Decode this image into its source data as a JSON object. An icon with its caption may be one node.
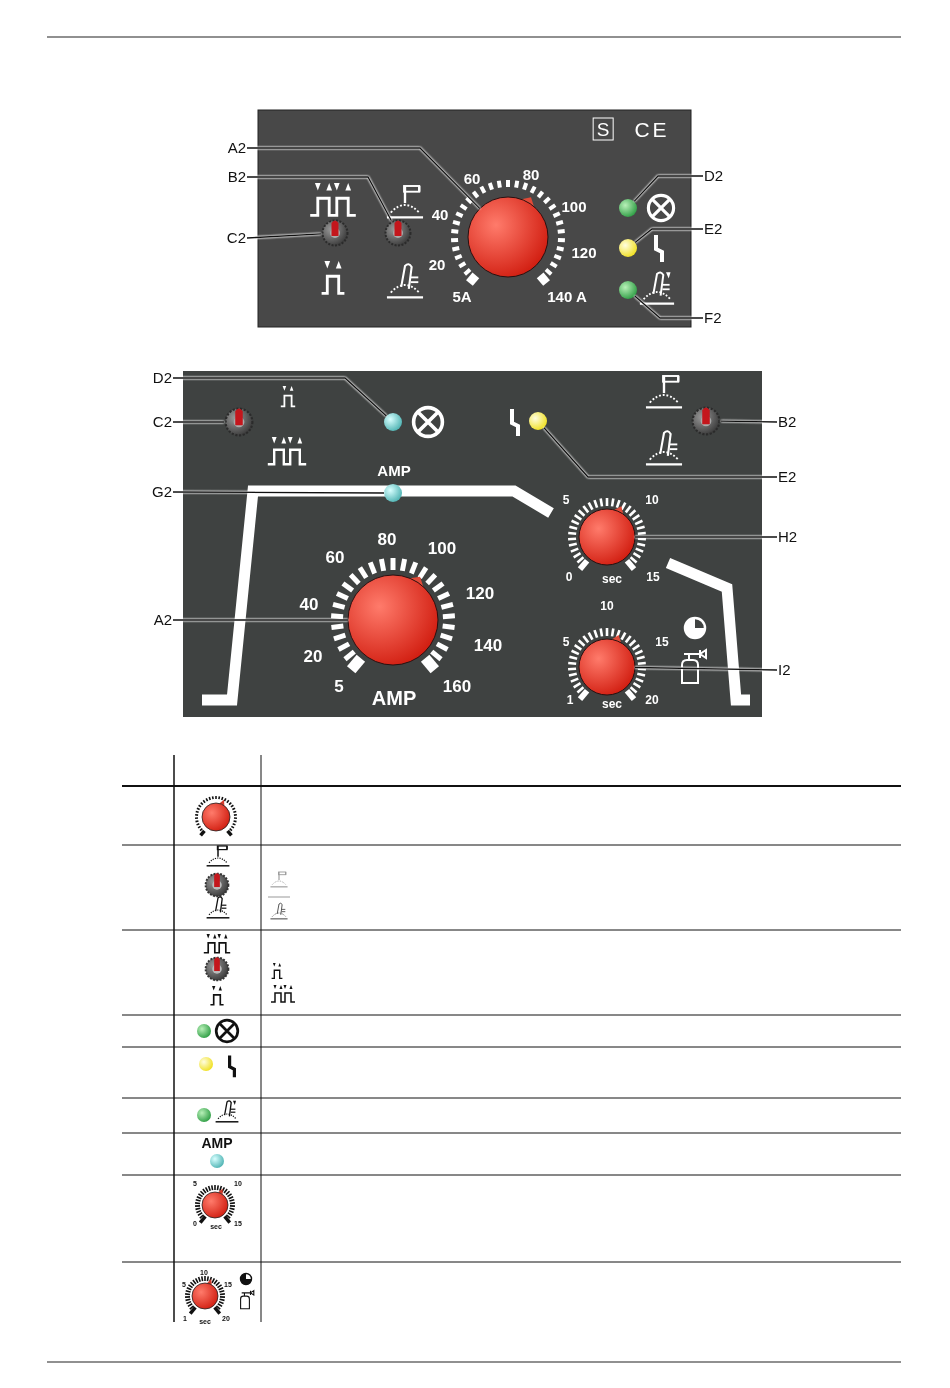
{
  "diagram": {
    "nodes": [
      {
        "text": [
          "A2"
        ]
      },
      {
        "text": [],
        "shape": "knob"
      },
      {
        "text": [
          "B2"
        ]
      },
      {
        "text": [],
        "shape": "switch"
      },
      {
        "text": [
          "D2"
        ]
      },
      {
        "text": [],
        "shape": "circle"
      },
      {
        "text": [
          "C2"
        ]
      },
      {
        "text": [],
        "shape": "switch"
      },
      {
        "text": [
          "E2"
        ]
      },
      {
        "text": [],
        "shape": "circle"
      },
      {
        "text": [
          "F2"
        ]
      },
      {
        "text": [],
        "shape": "circle"
      },
      {
        "text": [
          "D2"
        ]
      },
      {
        "text": [],
        "shape": "circle"
      },
      {
        "text": [
          "C2"
        ]
      },
      {
        "text": [],
        "shape": "switch"
      },
      {
        "text": [
          "B2"
        ]
      },
      {
        "text": [],
        "shape": "switch"
      },
      {
        "text": [
          "E2"
        ]
      },
      {
        "text": [],
        "shape": "circle"
      },
      {
        "text": [
          "G2"
        ]
      },
      {
        "text": [],
        "shape": "circle"
      },
      {
        "text": [
          "H2"
        ]
      },
      {
        "text": [],
        "shape": "knob"
      },
      {
        "text": [
          "A2"
        ]
      },
      {
        "text": [],
        "shape": "knob"
      },
      {
        "text": [
          "I2"
        ]
      },
      {
        "text": [],
        "shape": "knob"
      }
    ],
    "edges": [
      {
        "from": 0,
        "to": 1,
        "arrow": "none"
      },
      {
        "from": 2,
        "to": 3,
        "arrow": "none"
      },
      {
        "from": 4,
        "to": 5,
        "arrow": "none"
      },
      {
        "from": 6,
        "to": 7,
        "arrow": "none"
      },
      {
        "from": 8,
        "to": 9,
        "arrow": "none"
      },
      {
        "from": 10,
        "to": 11,
        "arrow": "none"
      },
      {
        "from": 12,
        "to": 13,
        "arrow": "none"
      },
      {
        "from": 14,
        "to": 15,
        "arrow": "none"
      },
      {
        "from": 16,
        "to": 17,
        "arrow": "none"
      },
      {
        "from": 18,
        "to": 19,
        "arrow": "none"
      },
      {
        "from": 20,
        "to": 21,
        "arrow": "none"
      },
      {
        "from": 22,
        "to": 23,
        "arrow": "none"
      },
      {
        "from": 24,
        "to": 25,
        "arrow": "none"
      },
      {
        "from": 26,
        "to": 27,
        "arrow": "none"
      }
    ],
    "labels": [
      "S",
      "CE",
      "60",
      "80",
      "40",
      "100",
      "120",
      "20",
      "5A",
      "140 A",
      "AMP",
      "5",
      "10",
      "80",
      "100",
      "60",
      "120",
      "40",
      "0",
      "sec",
      "15",
      "10",
      "20",
      "140",
      "5",
      "15",
      "5",
      "AMP",
      "160",
      "1",
      "sec",
      "20",
      "AMP",
      "5",
      "10",
      "0",
      "sec",
      "15",
      "10",
      "5",
      "15",
      "1",
      "sec",
      "20"
    ]
  }
}
